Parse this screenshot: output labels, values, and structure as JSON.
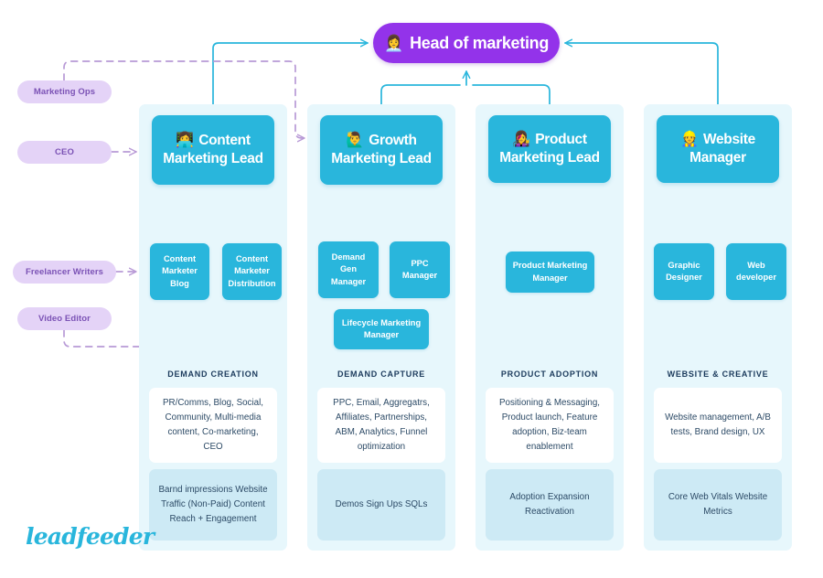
{
  "head": {
    "label": "Head of marketing",
    "emoji": "👩‍💼",
    "icon": "person-icon",
    "color": "#9333ea"
  },
  "accent": {
    "cyan": "#29b6dc",
    "purple": "#9333ea",
    "pill_bg": "#e4d3f7",
    "pill_text": "#7b52b5",
    "column_bg": "#e7f7fc",
    "card_tint": "#cdeaf5"
  },
  "side_roles": [
    {
      "label": "Marketing Ops"
    },
    {
      "label": "CEO"
    },
    {
      "label": "Freelancer Writers"
    },
    {
      "label": "Video Editor"
    }
  ],
  "columns": [
    {
      "lead": {
        "line1": "Content",
        "line2": "Marketing Lead",
        "emoji": "👩‍💻"
      },
      "reports": [
        {
          "label": "Content Marketer Blog"
        },
        {
          "label": "Content Marketer Distribution"
        }
      ],
      "section_title": "DEMAND CREATION",
      "scope": "PR/Comms, Blog, Social, Community, Multi-media content, Co-marketing, CEO",
      "metrics": "Barnd impressions Website Traffic (Non-Paid) Content Reach + Engagement"
    },
    {
      "lead": {
        "line1": "Growth",
        "line2": "Marketing Lead",
        "emoji": "🙋‍♂️"
      },
      "reports": [
        {
          "label": "Demand Gen Manager"
        },
        {
          "label": "PPC Manager"
        },
        {
          "label": "Lifecycle Marketing Manager"
        }
      ],
      "section_title": "DEMAND CAPTURE",
      "scope": "PPC, Email, Aggregatrs, Affiliates, Partnerships, ABM, Analytics, Funnel optimization",
      "metrics": "Demos Sign Ups SQLs"
    },
    {
      "lead": {
        "line1": "Product",
        "line2": "Marketing Lead",
        "emoji": "👩‍🎤"
      },
      "reports": [
        {
          "label": "Product Marketing Manager"
        }
      ],
      "section_title": "PRODUCT ADOPTION",
      "scope": "Positioning & Messaging, Product launch, Feature adoption, Biz-team enablement",
      "metrics": "Adoption Expansion Reactivation"
    },
    {
      "lead": {
        "line1": "Website",
        "line2": "Manager",
        "emoji": "👷"
      },
      "reports": [
        {
          "label": "Graphic Designer"
        },
        {
          "label": "Web developer"
        }
      ],
      "section_title": "WEBSITE & CREATIVE",
      "scope": "Website management, A/B tests, Brand design, UX",
      "metrics": "Core Web Vitals Website Metrics"
    }
  ],
  "brand": {
    "logo_text": "leadfeeder"
  }
}
